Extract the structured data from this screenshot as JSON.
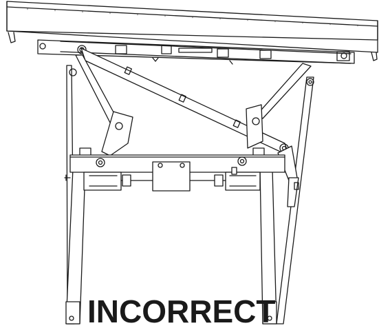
{
  "figure": {
    "caption": "INCORRECT",
    "line_color": "#1a1a1a",
    "fill_color": "#ffffff",
    "parts": [
      "top-rail",
      "top-mount-bracket",
      "rear-left-leg",
      "rear-right-leg",
      "front-left-leg",
      "front-right-leg",
      "diagonal-brace",
      "left-support-arm",
      "right-support-arm",
      "lower-crossbar",
      "center-mount-plate",
      "right-hinge-arm"
    ]
  }
}
